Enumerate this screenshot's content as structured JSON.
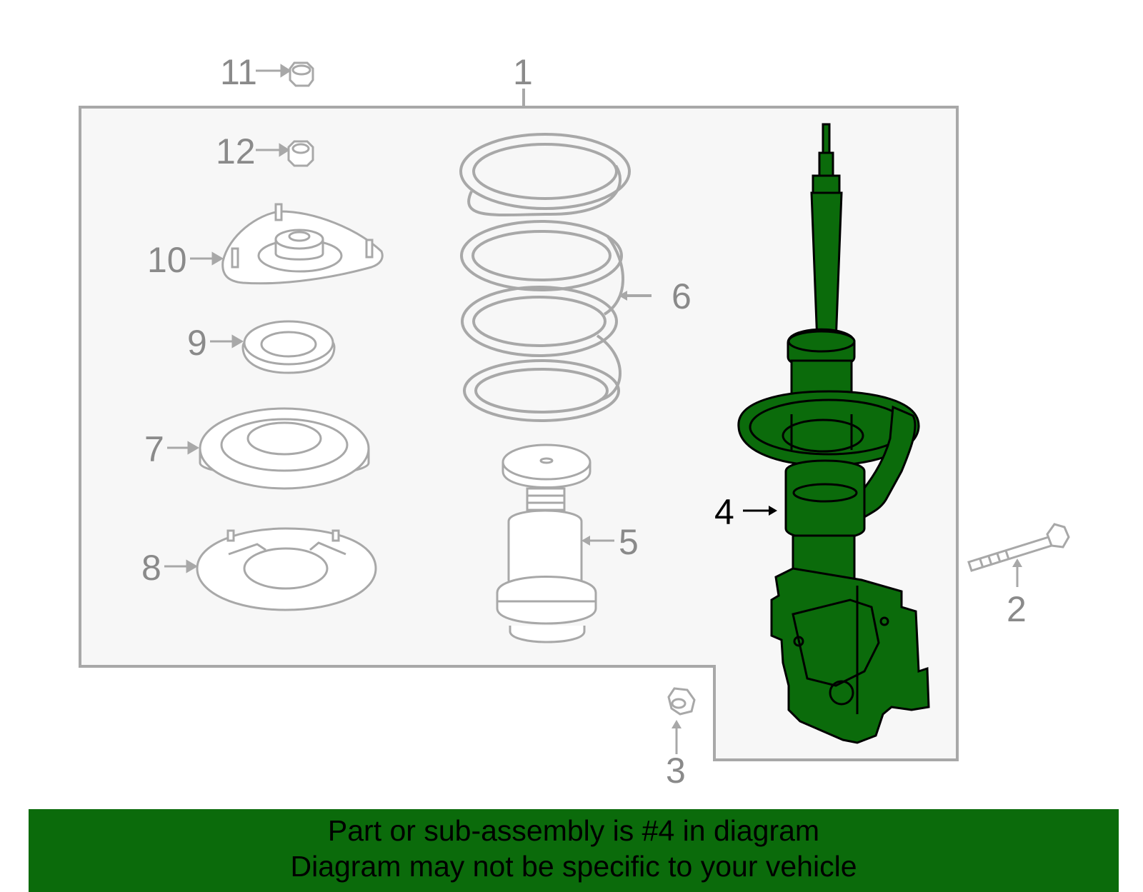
{
  "callouts": {
    "c1": "1",
    "c2": "2",
    "c3": "3",
    "c4": "4",
    "c5": "5",
    "c6": "6",
    "c7": "7",
    "c8": "8",
    "c9": "9",
    "c10": "10",
    "c11": "11",
    "c12": "12"
  },
  "highlighted_part": "4",
  "colors": {
    "highlight_fill": "#0b6b0b",
    "outline_gray": "#a8a8a8",
    "callout_gray": "#8a8a8a",
    "panel_bg": "#f7f7f7",
    "banner_bg": "#0b6b0b"
  },
  "footer": {
    "line1": "Part or sub-assembly is #4 in diagram",
    "line2": "Diagram may not be specific to your vehicle"
  }
}
